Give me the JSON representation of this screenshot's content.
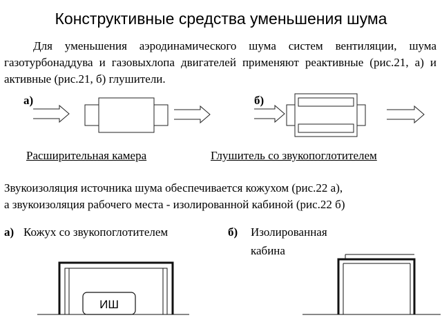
{
  "title": "Конструктивные средства уменьшения шума",
  "intro": "Для уменьшения аэродинамического шума систем вентиляции, шума газотурбонаддува и газовыхлопа двигателей применяют реактивные (рис.21, а) и активные (рис.21, б) глушители.",
  "fig21": {
    "label_a": "а)",
    "label_b": "б)",
    "caption_a": "Расширительная камера",
    "caption_b": "Глушитель со звукопоглотителем"
  },
  "para2": {
    "line1": "Звукоизоляция источника шума обеспечивается кожухом (рис.22 а),",
    "line2": "а звукоизоляция рабочего места - изолированной кабиной (рис.22 б)"
  },
  "fig22": {
    "label_a": "а)",
    "caption_a": "Кожух со звукопоглотителем",
    "label_b": "б)",
    "caption_b_line1": "Изолированная",
    "caption_b_line2": "кабина",
    "source_label": "ИШ"
  }
}
